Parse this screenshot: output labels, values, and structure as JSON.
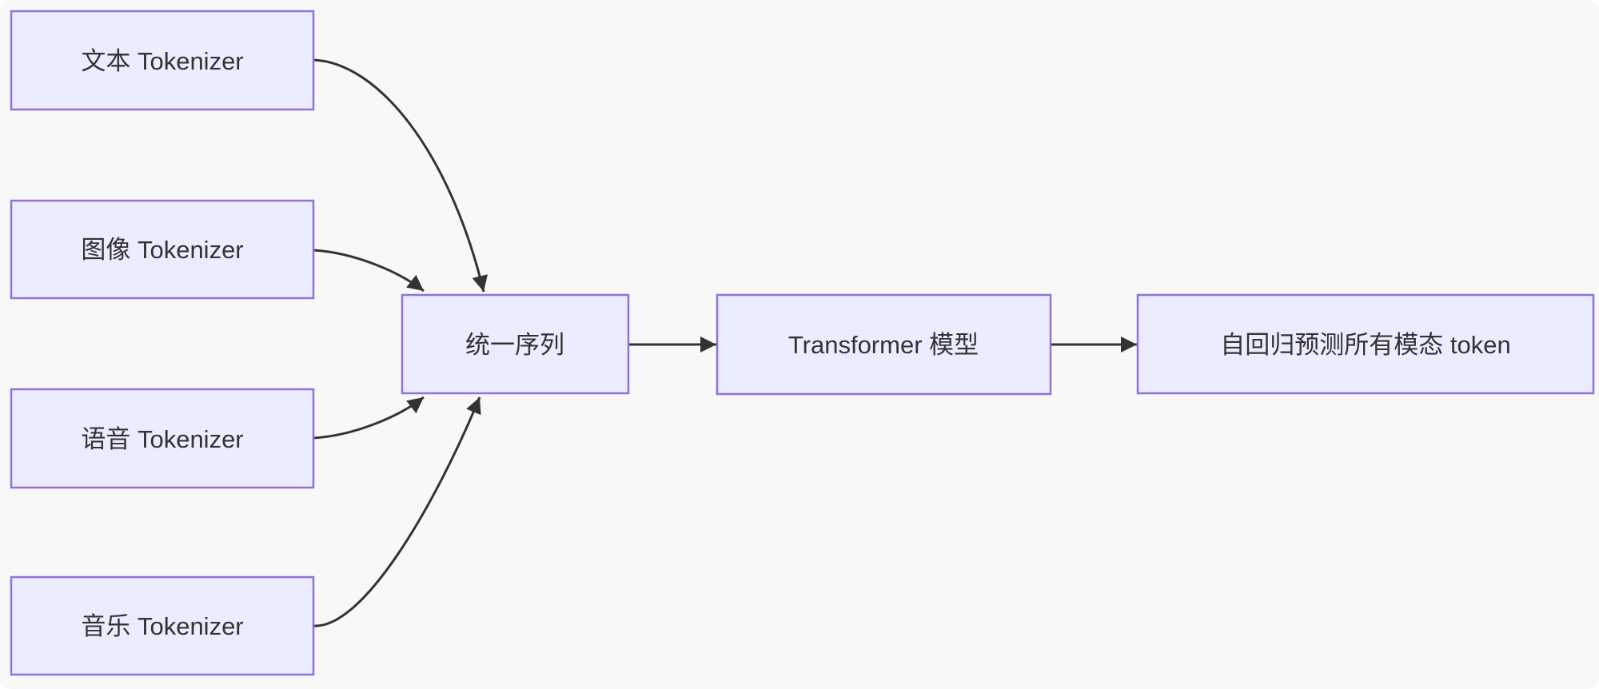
{
  "diagram": {
    "type": "flowchart",
    "direction": "left-to-right",
    "colors": {
      "background": "#F8F8F8",
      "node_fill": "#ECECFF",
      "node_border": "#9370DB",
      "edge": "#333333",
      "text": "#333333"
    },
    "nodes": [
      {
        "id": "text-tokenizer",
        "label": "文本 Tokenizer"
      },
      {
        "id": "image-tokenizer",
        "label": "图像 Tokenizer"
      },
      {
        "id": "speech-tokenizer",
        "label": "语音 Tokenizer"
      },
      {
        "id": "music-tokenizer",
        "label": "音乐 Tokenizer"
      },
      {
        "id": "unified-sequence",
        "label": "统一序列"
      },
      {
        "id": "transformer-model",
        "label": "Transformer 模型"
      },
      {
        "id": "autoregressive-predict",
        "label": "自回归预测所有模态 token"
      }
    ],
    "edges": [
      {
        "from": "text-tokenizer",
        "to": "unified-sequence",
        "style": "curved",
        "arrowhead": "triangle"
      },
      {
        "from": "image-tokenizer",
        "to": "unified-sequence",
        "style": "curved",
        "arrowhead": "triangle"
      },
      {
        "from": "speech-tokenizer",
        "to": "unified-sequence",
        "style": "curved",
        "arrowhead": "triangle"
      },
      {
        "from": "music-tokenizer",
        "to": "unified-sequence",
        "style": "curved",
        "arrowhead": "triangle"
      },
      {
        "from": "unified-sequence",
        "to": "transformer-model",
        "style": "straight",
        "arrowhead": "triangle"
      },
      {
        "from": "transformer-model",
        "to": "autoregressive-predict",
        "style": "straight",
        "arrowhead": "triangle"
      }
    ]
  }
}
